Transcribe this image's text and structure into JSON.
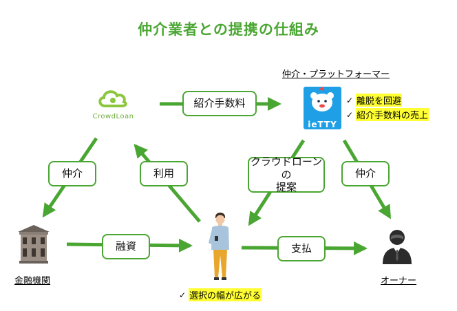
{
  "title": "仲介業者との提携の仕組み",
  "nodes": {
    "crowdloan": {
      "logo_text": "CrowdLoan"
    },
    "platform": {
      "label": "仲介・プラットフォーマー",
      "logo_text": "ieTTY",
      "benefits": [
        "離脱を回避",
        "紹介手数料の売上"
      ]
    },
    "bank": {
      "label": "金融機関"
    },
    "owner": {
      "label": "オーナー"
    },
    "user": {
      "benefit": "選択の幅が広がる"
    }
  },
  "edge_labels": {
    "referral_fee": "紹介手数料",
    "mediation_left": "仲介",
    "usage": "利用",
    "proposal_line1": "クラウドローンの",
    "proposal_line2": "提案",
    "mediation_right": "仲介",
    "financing": "融資",
    "payment": "支払"
  },
  "check_mark": "✓",
  "colors": {
    "accent": "#4aa632",
    "highlight": "#ffff33",
    "platform_logo_bg": "#1e9fe6"
  },
  "icons": {
    "crowdloan": "cloud-logo-icon",
    "platform": "mascot-logo-icon",
    "bank": "bank-building-icon",
    "owner": "businessman-icon",
    "user": "person-standing-icon"
  }
}
